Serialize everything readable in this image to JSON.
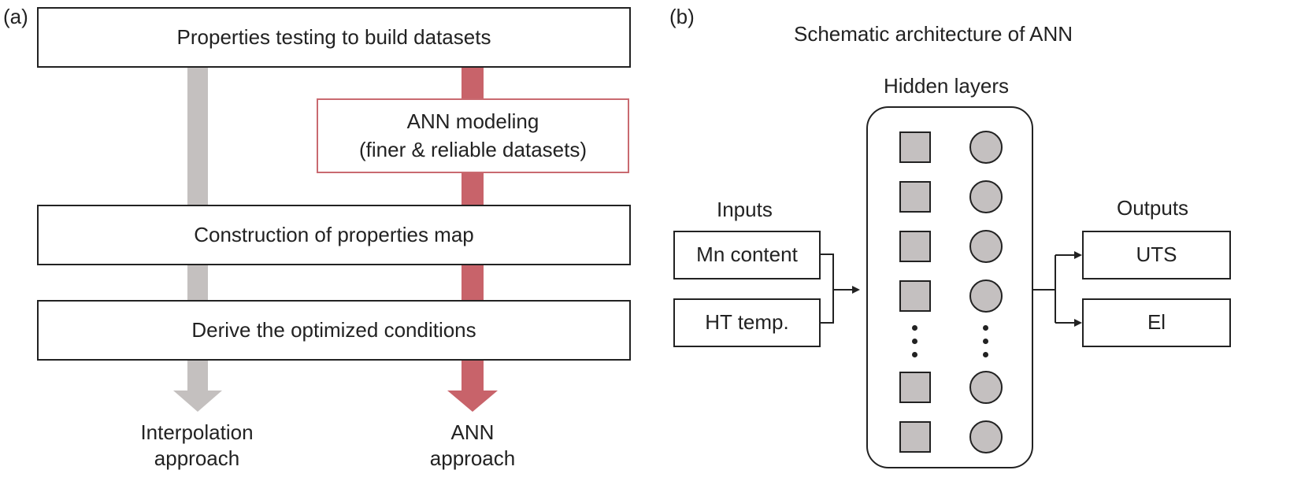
{
  "panel_a": {
    "label": "(a)",
    "top_box": "Properties testing to build datasets",
    "ann_box": {
      "line1": "ANN modeling",
      "line2": "(finer & reliable datasets)"
    },
    "map_box": "Construction of properties map",
    "derive_box": "Derive the optimized conditions",
    "left_caption": {
      "line1": "Interpolation",
      "line2": "approach"
    },
    "right_caption": {
      "line1": "ANN",
      "line2": "approach"
    },
    "colors": {
      "gray_arrow": "#c4c0bf",
      "red_arrow": "#c8636a",
      "ann_border": "#c96a70"
    }
  },
  "panel_b": {
    "label": "(b)",
    "title": "Schematic architecture of ANN",
    "hidden_title": "Hidden layers",
    "inputs_title": "Inputs",
    "inputs": [
      "Mn content",
      "HT temp."
    ],
    "outputs_title": "Outputs",
    "outputs": [
      "UTS",
      "El"
    ],
    "colors": {
      "node_fill": "#c4c0c0"
    }
  }
}
